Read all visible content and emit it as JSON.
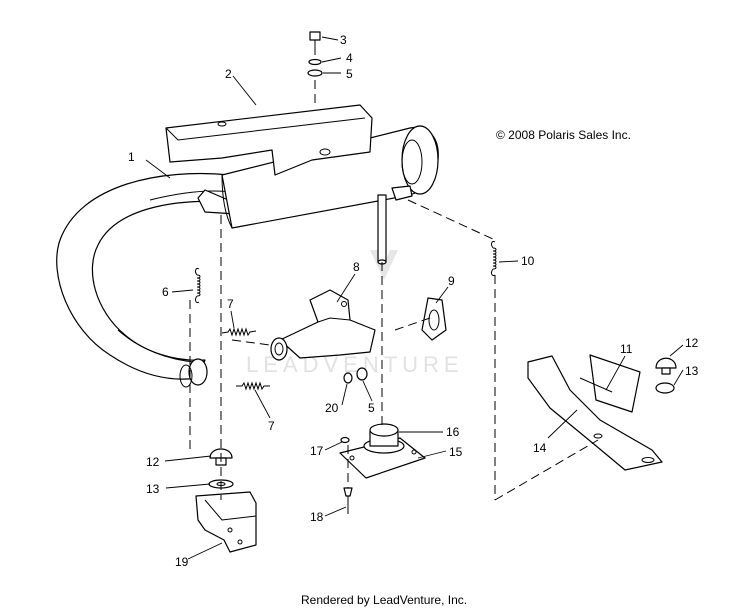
{
  "copyright": "© 2008 Polaris Sales Inc.",
  "rendered_by": "Rendered by LeadVenture, Inc.",
  "watermark": "LEADVENTURE",
  "callouts": {
    "c1": "1",
    "c2": "2",
    "c3": "3",
    "c4": "4",
    "c5a": "5",
    "c5b": "5",
    "c6": "6",
    "c7a": "7",
    "c7b": "7",
    "c8": "8",
    "c9": "9",
    "c10": "10",
    "c11": "11",
    "c12a": "12",
    "c12b": "12",
    "c13a": "13",
    "c13b": "13",
    "c14": "14",
    "c15": "15",
    "c16": "16",
    "c17": "17",
    "c18": "18",
    "c19": "19",
    "c20": "20"
  }
}
